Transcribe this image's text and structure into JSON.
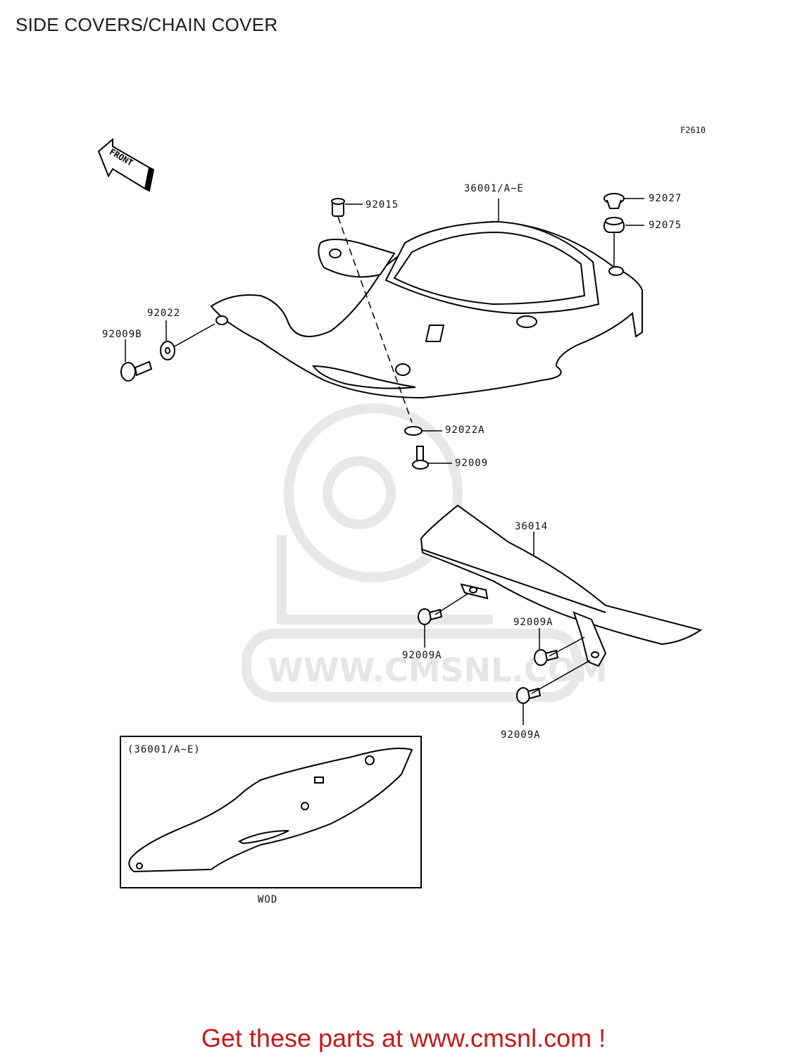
{
  "title": "SIDE COVERS/CHAIN COVER",
  "figure_code": "F2610",
  "front_arrow": "FRONT",
  "watermark": "WWW.CMSNL.COM",
  "inset": {
    "label": "(36001/A~E)",
    "caption": "WOD"
  },
  "parts": {
    "p36001": "36001/A~E",
    "p92015": "92015",
    "p92027": "92027",
    "p92075": "92075",
    "p92022": "92022",
    "p92009B": "92009B",
    "p92022A": "92022A",
    "p92009": "92009",
    "p36014": "36014",
    "p92009A_1": "92009A",
    "p92009A_2": "92009A",
    "p92009A_3": "92009A"
  },
  "footer": "Get these parts at www.cmsnl.com !"
}
